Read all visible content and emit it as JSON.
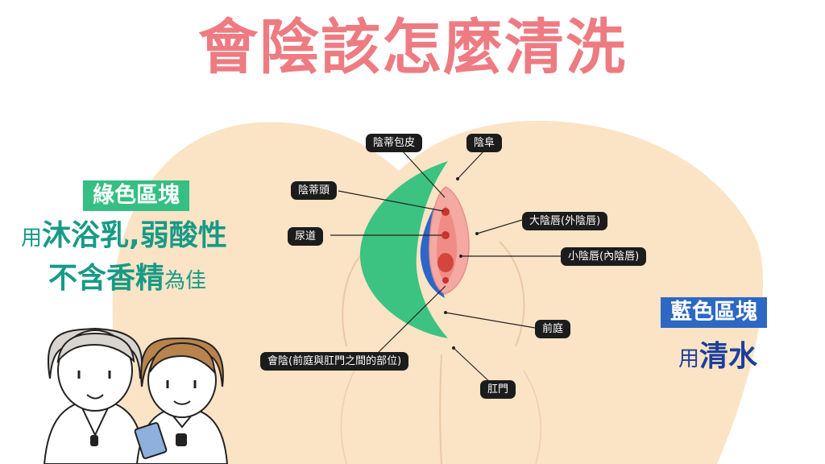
{
  "title": "會陰該怎麼清洗",
  "labels": {
    "clitoral_hood": "陰蒂包皮",
    "mons_pubis": "陰阜",
    "clitoris_glans": "陰蒂頭",
    "labia_majora": "大陰唇(外陰唇)",
    "urethra": "尿道",
    "labia_minora": "小陰唇(內陰唇)",
    "vestibule": "前庭",
    "perineum": "會陰(前庭與肛門之間的部位)",
    "anus": "肛門"
  },
  "green_zone": {
    "tag": "綠色區塊",
    "line1_prefix": "用",
    "line1_main": "沐浴乳,弱酸性",
    "line2_main": "不含香精",
    "line2_suffix": "為佳"
  },
  "blue_zone": {
    "tag": "藍色區塊",
    "line_prefix": "用",
    "line_main": "清水"
  },
  "colors": {
    "title": "#ee7b82",
    "skin": "#fbe3c5",
    "green": "#3cc381",
    "blue": "#2c66c6",
    "pink": "#f4a9a3",
    "label_bg": "#1c1c1c",
    "green_text": "#179a86",
    "blue_text": "#1d3f9b"
  },
  "icons": [
    "doctor-avatar-icon",
    "nurse-avatar-icon"
  ]
}
